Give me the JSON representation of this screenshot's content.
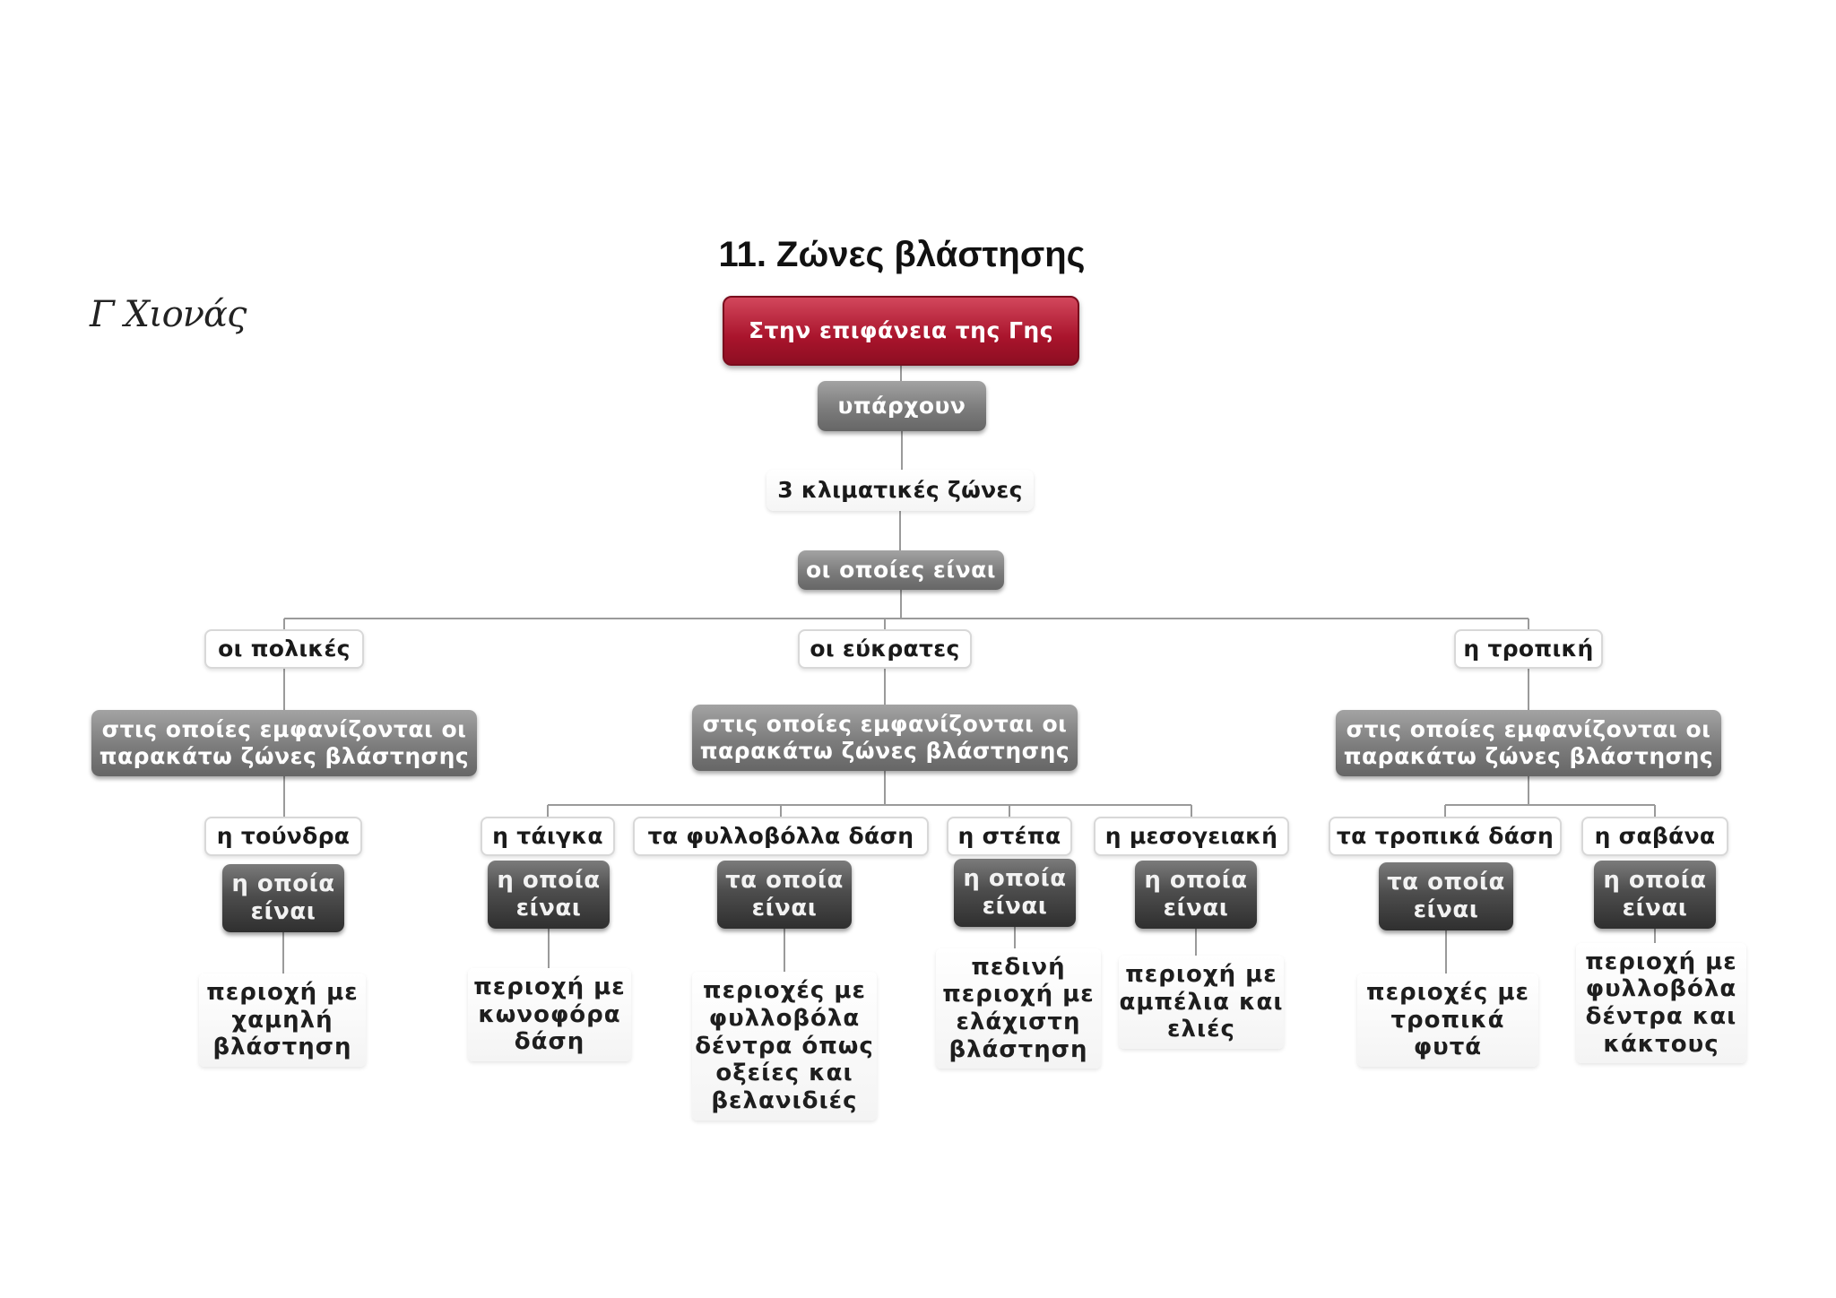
{
  "title": "11. Ζώνες βλάστησης",
  "author": "Γ Χιονάς",
  "colors": {
    "root": "#a9142c",
    "link_gray": "#7c7c7c",
    "link_dark": "#3a3a3a",
    "line": "#9a9a9a"
  },
  "nodes": {
    "root": "Στην επιφάνεια της Γης",
    "yparxoun": "υπάρχουν",
    "zones": "3 κλιματικές ζώνες",
    "oi_opoies": "οι οποίες είναι",
    "polikes": "οι πολικές",
    "eukrates": "οι εύκρατες",
    "tropiki": "η τροπική",
    "stis_opoies_left": "στις οποίες εμφανίζονται οι\nπαρακάτω ζώνες βλάστησης",
    "stis_opoies_mid": "στις οποίες εμφανίζονται οι\nπαρακάτω ζώνες βλάστησης",
    "stis_opoies_right": "στις οποίες εμφανίζονται οι\nπαρακάτω ζώνες βλάστησης",
    "tundra": "η τούνδρα",
    "taiga": "η τάιγκα",
    "fyllobola": "τα φυλλοβόλλα δάση",
    "stepa": "η στέπα",
    "mesogeiaki": "η μεσογειακή",
    "tropika_dasi": "τα τροπικά δάση",
    "savana": "η σαβάνα",
    "link_tundra": "η οποία\nείναι",
    "link_taiga": "η οποία\nείναι",
    "link_fyllobola": "τα οποία\nείναι",
    "link_stepa": "η οποία\nείναι",
    "link_mesogeiaki": "η οποία\nείναι",
    "link_tropika": "τα οποία\nείναι",
    "link_savana": "η οποία\nείναι",
    "leaf_tundra": "περιοχή με\nχαμηλή\nβλάστηση",
    "leaf_taiga": "περιοχή με\nκωνοφόρα\nδάση",
    "leaf_fyllobola": "περιοχές με\nφυλλοβόλα\nδέντρα όπως\nοξείες και\nβελανιδιές",
    "leaf_stepa": "πεδινή\nπεριοχή με\nελάχιστη\nβλάστηση",
    "leaf_mesogeiaki": "περιοχή με\nαμπέλια και\nελιές",
    "leaf_tropika": "περιοχές με\nτροπικά\nφυτά",
    "leaf_savana": "περιοχή με\nφυλλοβόλα\nδέντρα και\nκάκτους"
  }
}
